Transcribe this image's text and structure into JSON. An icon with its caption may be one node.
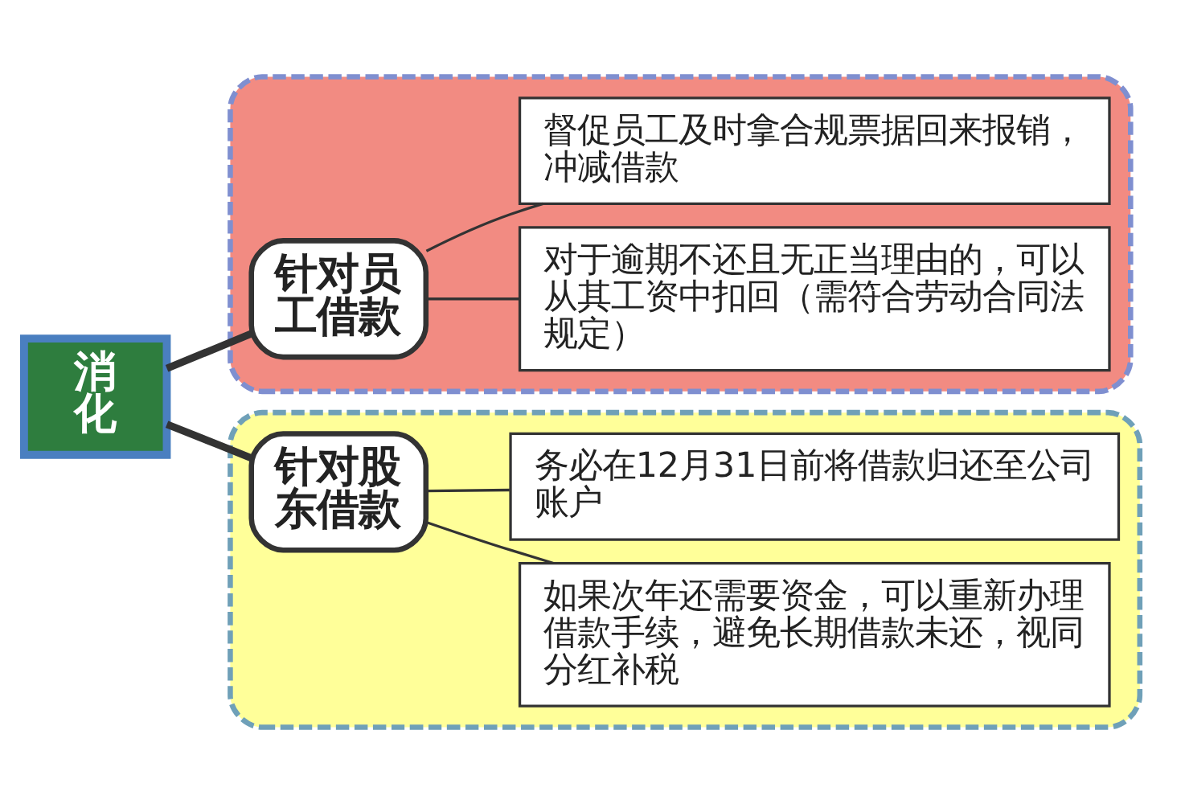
{
  "diagram": {
    "nodes": [
      {
        "text": [
          "消化"
        ]
      },
      {
        "text": [],
        "shape": "box"
      },
      {
        "text": [
          "针对员工借款"
        ],
        "in": 1
      },
      {
        "text": [
          "督促员工及时拿合规票据回来报销，冲减借款"
        ],
        "in": 1
      },
      {
        "text": [
          "对于逾期不还且无正当理由的，可以从其工资中扣回（需符合劳动合同法规定）"
        ],
        "in": 1
      },
      {
        "text": [],
        "shape": "box"
      },
      {
        "text": [
          "针对股东借款"
        ],
        "in": 5
      },
      {
        "text": [
          "务必在12月31日前将借款归还至公司账户"
        ],
        "in": 5
      },
      {
        "text": [
          "如果次年还需要资金，可以重新办理借款手续，避免长期借款未还，视同分红补税"
        ],
        "in": 5
      }
    ],
    "edges": [
      {
        "from": 0,
        "to": 2,
        "arrow": "none",
        "style": "thick"
      },
      {
        "from": 0,
        "to": 6,
        "arrow": "none",
        "style": "thick"
      },
      {
        "from": 2,
        "to": 3,
        "arrow": "none"
      },
      {
        "from": 2,
        "to": 4,
        "arrow": "none"
      },
      {
        "from": 6,
        "to": 7,
        "arrow": "none"
      },
      {
        "from": 6,
        "to": 8,
        "arrow": "none"
      }
    ]
  }
}
